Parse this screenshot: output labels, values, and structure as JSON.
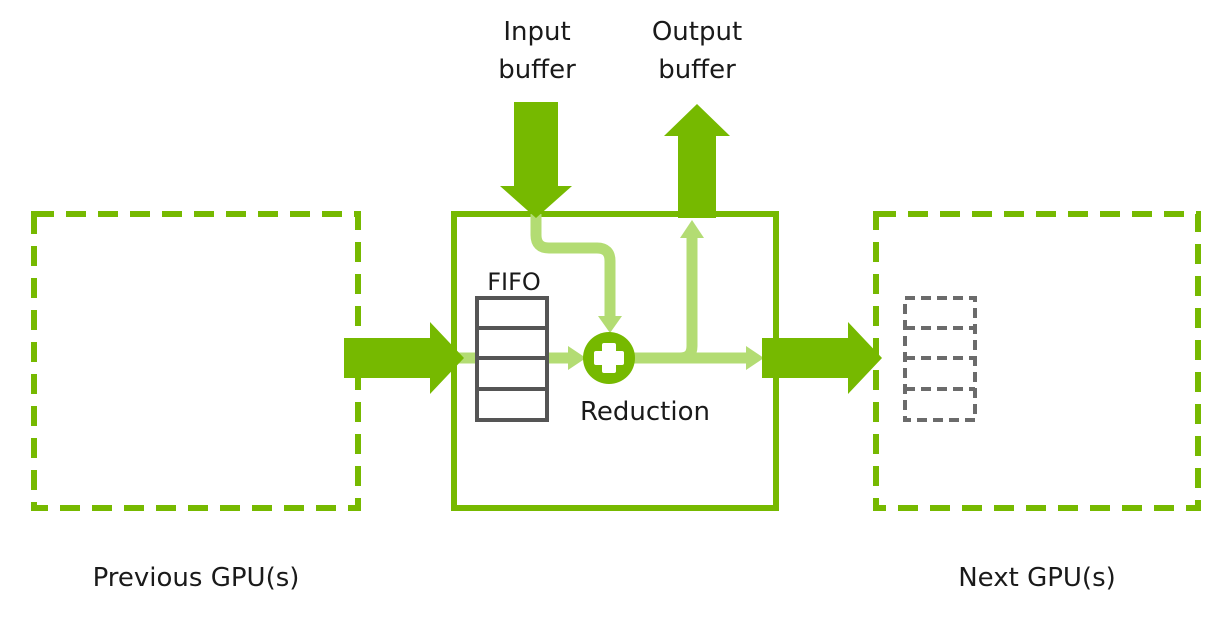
{
  "labels": {
    "input_buffer_line1": "Input",
    "input_buffer_line2": "buffer",
    "output_buffer_line1": "Output",
    "output_buffer_line2": "buffer",
    "fifo": "FIFO",
    "reduction": "Reduction",
    "previous_gpu": "Previous GPU(s)",
    "next_gpu": "Next GPU(s)"
  },
  "colors": {
    "green": "#76b900",
    "light_green": "#b3dc73",
    "gray": "#555555",
    "next_fifo_gray": "#6b6b6b"
  }
}
